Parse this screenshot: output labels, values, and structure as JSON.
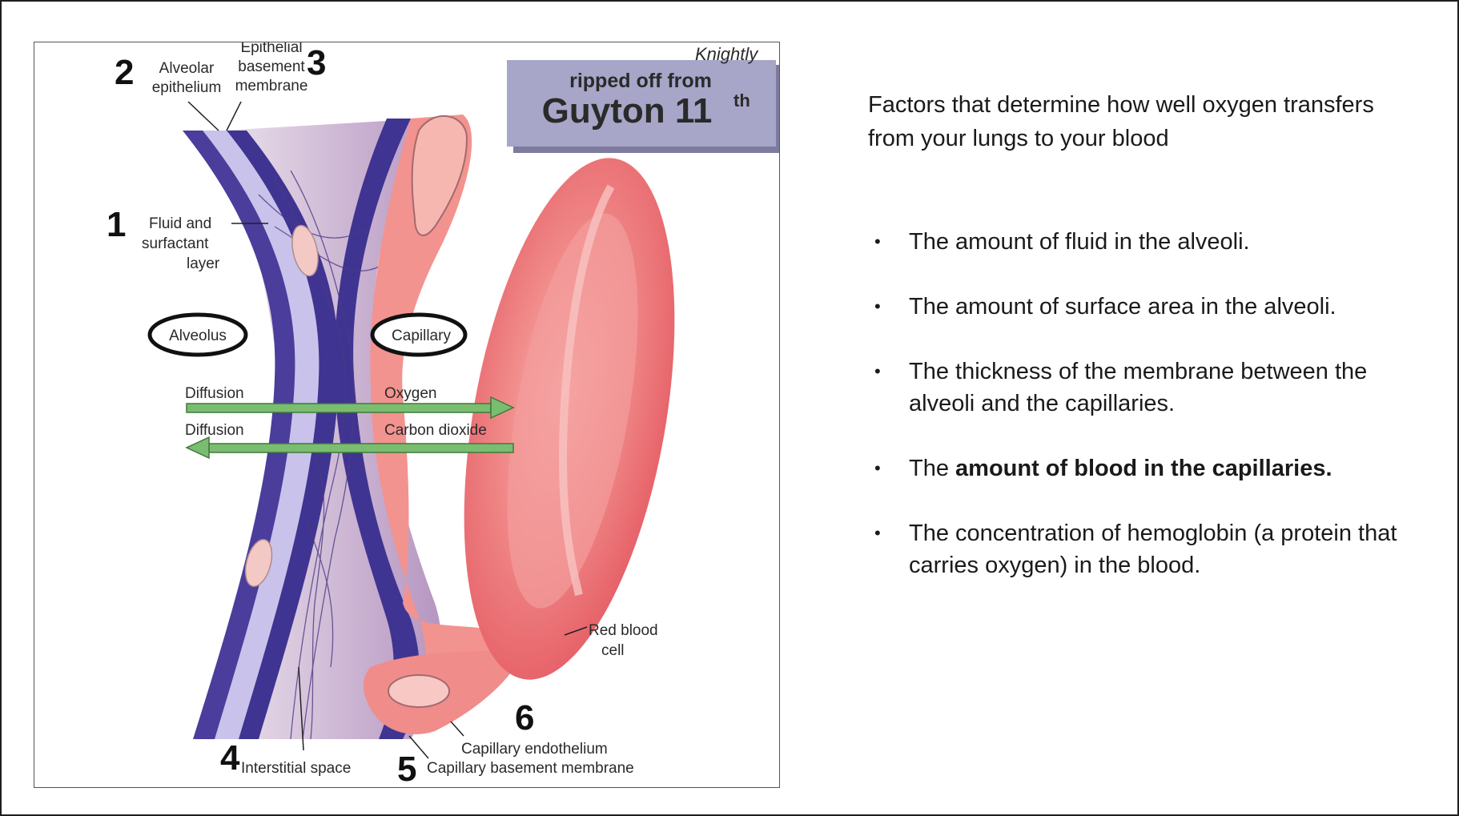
{
  "figure": {
    "numbers": {
      "n1": "1",
      "n2": "2",
      "n3": "3",
      "n4": "4",
      "n5": "5",
      "n6": "6"
    },
    "labels": {
      "alveolar_1": "Alveolar",
      "alveolar_2": "epithelium",
      "epithelial_1": "Epithelial",
      "epithelial_2": "basement",
      "epithelial_3": "membrane",
      "fluid_1": "Fluid and",
      "fluid_2": "surfactant",
      "fluid_3": "layer",
      "alveolus": "Alveolus",
      "capillary": "Capillary",
      "diffusion_1": "Diffusion",
      "oxygen": "Oxygen",
      "diffusion_2": "Diffusion",
      "carbon_dioxide": "Carbon dioxide",
      "red_blood_1": "Red blood",
      "red_blood_2": "cell",
      "capillary_endothelium": "Capillary endothelium",
      "interstitial_space": "Interstitial space",
      "capillary_basement_membrane": "Capillary basement membrane"
    },
    "watermark": "Knightly",
    "banner_line1": "ripped off from",
    "banner_line2": "Guyton 11",
    "banner_sup": "th",
    "colors": {
      "membrane_dark": "#4b3f9e",
      "membrane_light": "#c7c1e8",
      "interstitial": "#b69bc4",
      "capillary_wall": "#f08c8a",
      "red_blood_cell": "#ee6e72",
      "arrow": "#6db36a",
      "banner_red": "#a3262b"
    }
  },
  "text": {
    "heading": "Factors that determine how well oxygen transfers from your lungs to your blood",
    "bullet_glyph": "•",
    "bullets": {
      "b1": "The amount of fluid in the alveoli.",
      "b2": "The amount of surface area in the alveoli.",
      "b3": "The thickness of the membrane between the alveoli and the capillaries.",
      "b4_pre": "The ",
      "b4_bold": "amount of blood in the capillaries.",
      "b5": "The concentration of hemoglobin (a protein that carries oxygen) in the blood."
    }
  }
}
